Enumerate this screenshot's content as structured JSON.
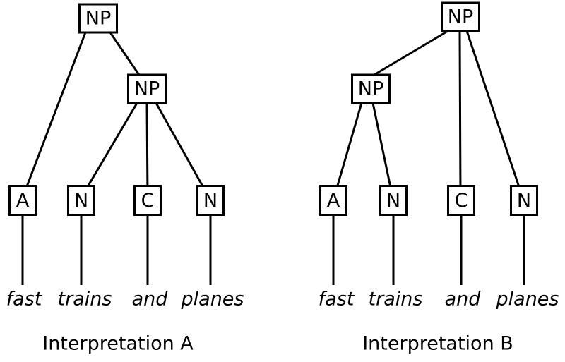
{
  "colors": {
    "background": "#ffffff",
    "stroke": "#000000",
    "text": "#000000"
  },
  "tree_a": {
    "caption": "Interpretation A",
    "root_label": "NP",
    "inner_label": "NP",
    "leaves": [
      {
        "label": "A",
        "word": "fast"
      },
      {
        "label": "N",
        "word": "trains"
      },
      {
        "label": "C",
        "word": "and"
      },
      {
        "label": "N",
        "word": "planes"
      }
    ]
  },
  "tree_b": {
    "caption": "Interpretation B",
    "root_label": "NP",
    "inner_label": "NP",
    "leaves": [
      {
        "label": "A",
        "word": "fast"
      },
      {
        "label": "N",
        "word": "trains"
      },
      {
        "label": "C",
        "word": "and"
      },
      {
        "label": "N",
        "word": "planes"
      }
    ]
  }
}
